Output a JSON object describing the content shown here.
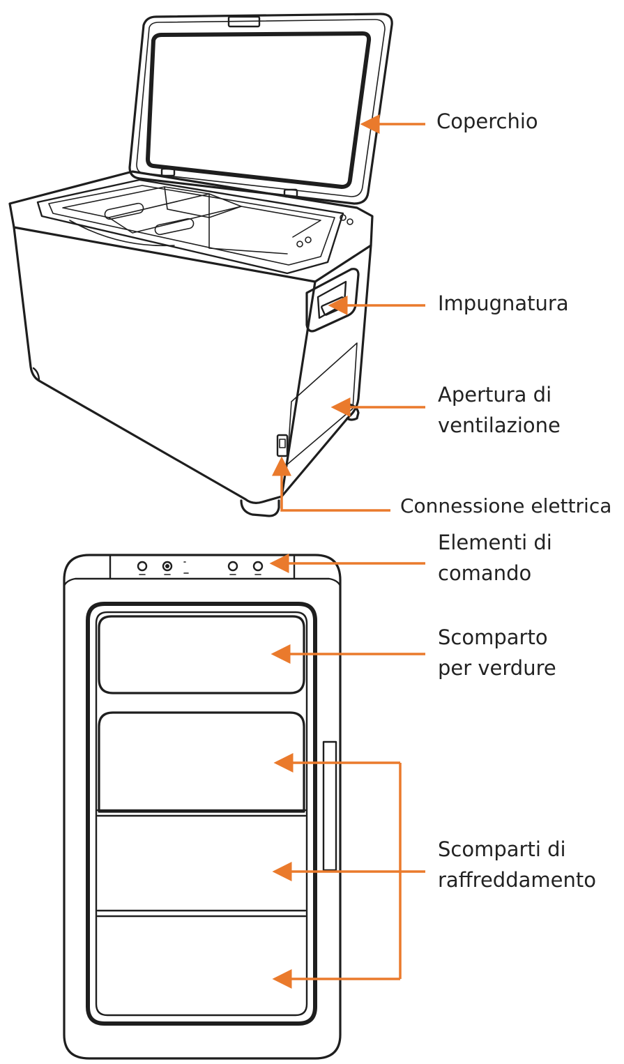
{
  "colors": {
    "accent": "#ea7a2c",
    "line": "#1e1e1e",
    "text": "#222222"
  },
  "labels": {
    "coperchio": [
      "Coperchio"
    ],
    "impugnatura": [
      "Impugnatura"
    ],
    "apertura": [
      "Apertura di",
      "ventilazione"
    ],
    "connessione": [
      "Connessione elettrica"
    ],
    "elementi": [
      "Elementi di",
      "comando"
    ],
    "scomparto_verdure": [
      "Scomparto",
      "per verdure"
    ],
    "scomparti_raffreddamento": [
      "Scomparti di",
      "raffreddamento"
    ]
  }
}
